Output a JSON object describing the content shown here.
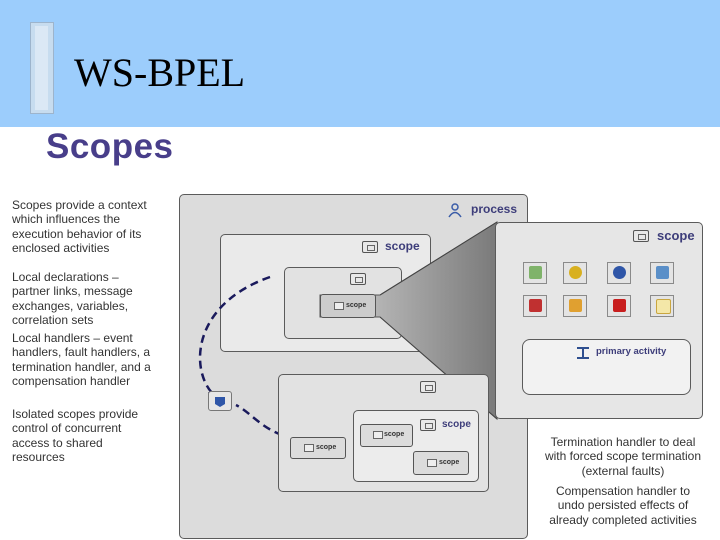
{
  "header": {
    "title": "WS-BPEL"
  },
  "slide": {
    "heading": "Scopes",
    "paragraphs": [
      {
        "lines": [
          "Scopes provide a context",
          "which influences the",
          "execution behavior of its",
          "enclosed activities"
        ]
      },
      {
        "lines": [
          "Local declarations –",
          "partner links, message",
          "exchanges, variables,",
          "correlation sets"
        ]
      },
      {
        "lines": [
          "Local handlers – event",
          "handlers, fault handlers, a",
          "termination handler, and a",
          "compensation handler"
        ]
      },
      {
        "lines": [
          "Isolated scopes provide",
          "control of concurrent",
          "access to shared",
          "resources"
        ]
      }
    ],
    "notes": [
      {
        "lines": [
          "Termination handler to deal",
          "with forced scope termination",
          "(external faults)"
        ]
      },
      {
        "lines": [
          "Compensation handler to",
          "undo persisted effects of",
          "already completed activities"
        ]
      }
    ]
  },
  "diagram": {
    "process_label": "process",
    "scope_label": "scope",
    "small_scope_label": "scope",
    "primary_activity_label": "primary activity",
    "icons": [
      "process-icon",
      "scope-icon",
      "event-handler-icon",
      "fault-handler-icon",
      "compensation-handler-icon",
      "termination-handler-icon",
      "variable-icon",
      "correlation-icon",
      "partner-link-icon",
      "message-exchange-icon",
      "sequence-icon"
    ],
    "colors": {
      "process_bg": "#dcdcdc",
      "scope_bg": "#eaeaea",
      "zoom_bg": "#e6e6e6",
      "arrow": "#1a1a5c",
      "label": "#3d3d7a"
    }
  }
}
